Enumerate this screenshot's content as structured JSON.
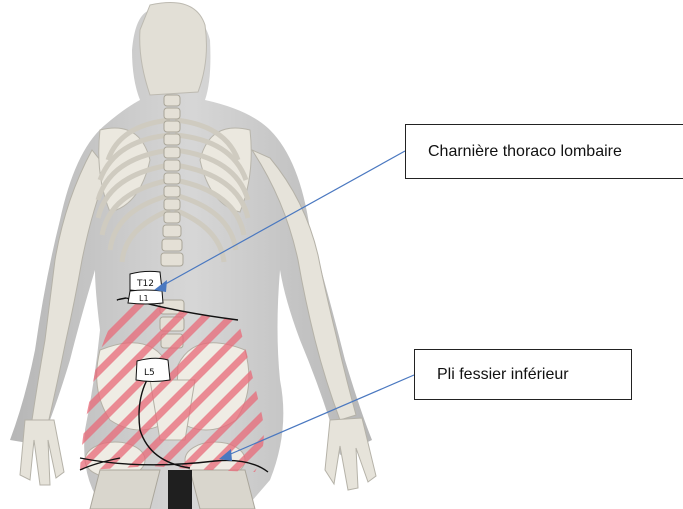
{
  "figure": {
    "callouts": [
      {
        "label": "Charnière thoraco lombaire"
      },
      {
        "label": "Pli fessier inférieur"
      }
    ],
    "vertebra_marks": {
      "t12": "T12",
      "l1": "L1",
      "l5": "L5"
    },
    "colors": {
      "leader_line": "#4a78c0",
      "hatch": "#e86a78",
      "outline": "#111111",
      "bone": "#e9e6dd",
      "skin_shadow": "#b9b9b9"
    }
  }
}
